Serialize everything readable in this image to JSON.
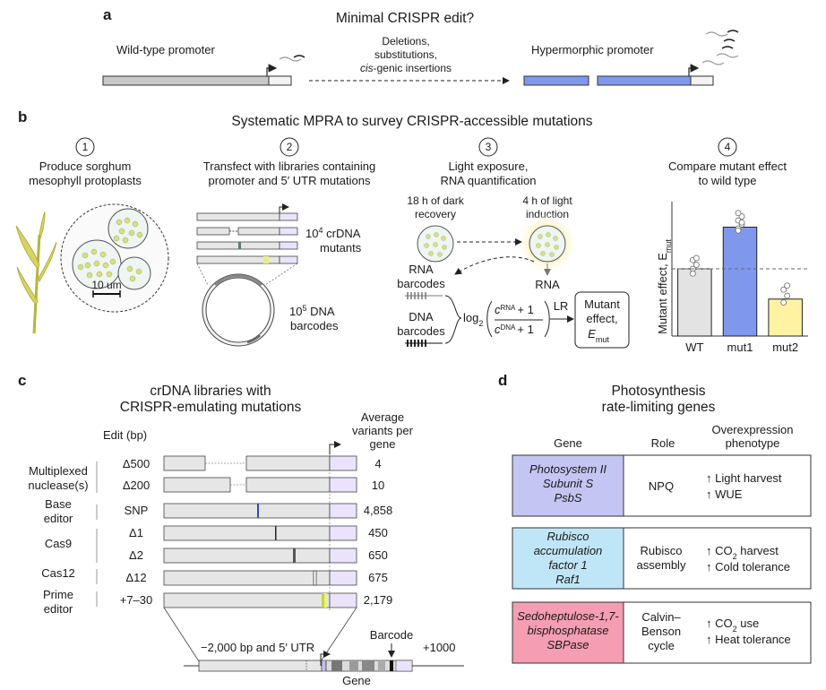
{
  "panel_a": {
    "letter": "a",
    "title": "Minimal CRISPR edit?",
    "wild_type": "Wild-type promoter",
    "hypermorphic": "Hypermorphic promoter",
    "edit_line1": "Deletions,",
    "edit_line2": "substitutions,",
    "edit_line3a": "cis",
    "edit_line3b": "-genic insertions"
  },
  "panel_b": {
    "letter": "b",
    "title": "Systematic MPRA to survey CRISPR-accessible mutations",
    "steps": [
      {
        "num": "1",
        "line1": "Produce sorghum",
        "line2": "mesophyll protoplasts"
      },
      {
        "num": "2",
        "line1": "Transfect with libraries containing",
        "line2": "promoter and 5′ UTR mutations"
      },
      {
        "num": "3",
        "line1": "Light exposure,",
        "line2": "RNA quantification"
      },
      {
        "num": "4",
        "line1": "Compare mutant effect",
        "line2": "to wild type"
      }
    ],
    "scale_bar": "10 um",
    "crdna_exp": "4",
    "crdna_text": "crDNA",
    "crdna_line2": "mutants",
    "dna_exp": "5",
    "dna_text": "DNA",
    "dna_line2": "barcodes",
    "dark_line1": "18 h of dark",
    "dark_line2": "recovery",
    "light_line1": "4 h of light",
    "light_line2": "induction",
    "rna": "RNA",
    "rna_barcodes_1": "RNA",
    "rna_barcodes_2": "barcodes",
    "dna_barcodes_1": "DNA",
    "dna_barcodes_2": "barcodes",
    "formula_log": "log",
    "formula_base": "2",
    "formula_c": "c",
    "formula_rna": "RNA",
    "formula_dna": "DNA",
    "formula_plus": "+ 1",
    "lr": "LR",
    "mutant_box_1": "Mutant",
    "mutant_box_2": "effect,",
    "mutant_box_E": "E",
    "mutant_box_sub": "mut"
  },
  "chart_data": {
    "type": "bar",
    "ylabel": "Mutant effect, E",
    "ylabel_sub": "mut",
    "categories": [
      "WT",
      "mut1",
      "mut2"
    ],
    "values": [
      1.0,
      1.62,
      0.55
    ],
    "points": [
      [
        1.0,
        1.06,
        1.13,
        1.16,
        0.93
      ],
      [
        1.6,
        1.66,
        1.72,
        1.78,
        1.83,
        1.69,
        1.57
      ],
      [
        0.5,
        0.6,
        0.69,
        0.75
      ]
    ],
    "colors": [
      "#e3e3e3",
      "#7f98ee",
      "#fff3a3"
    ],
    "reference_line": 1.0,
    "ylim": [
      0,
      2.0
    ]
  },
  "panel_c": {
    "letter": "c",
    "title_line1": "crDNA libraries with",
    "title_line2": "CRISPR-emulating mutations",
    "avg_header": [
      "Average",
      "variants per",
      "gene"
    ],
    "edit_header": "Edit (bp)",
    "groups": [
      {
        "lines": [
          "Multiplexed",
          "nuclease(s)"
        ]
      },
      {
        "lines": [
          "Base",
          "editor"
        ]
      },
      {
        "lines": [
          "Cas9"
        ]
      },
      {
        "lines": [
          "Cas12"
        ]
      },
      {
        "lines": [
          "Prime",
          "editor"
        ]
      }
    ],
    "rows": [
      {
        "edit": "Δ500",
        "count": "4"
      },
      {
        "edit": "Δ200",
        "count": "10"
      },
      {
        "edit": "SNP",
        "count": "4,858"
      },
      {
        "edit": "Δ1",
        "count": "450"
      },
      {
        "edit": "Δ2",
        "count": "650"
      },
      {
        "edit": "Δ12",
        "count": "675"
      },
      {
        "edit": "+7–30",
        "count": "2,179"
      }
    ],
    "bottom_left": "−2,000 bp and 5′ UTR",
    "barcode": "Barcode",
    "plus1000": "+1000",
    "gene": "Gene"
  },
  "panel_d": {
    "letter": "d",
    "title_line1": "Photosynthesis",
    "title_line2": "rate-limiting genes",
    "headers": {
      "gene": "Gene",
      "role": "Role",
      "phen1": "Overexpression",
      "phen2": "phenotype"
    },
    "genes": [
      {
        "color": "#c5c5f3",
        "name": [
          "Photosystem II",
          "Subunit S",
          "PsbS"
        ],
        "role": [
          "NPQ"
        ],
        "phen": [
          [
            "↑ Light harvest",
            ""
          ],
          [
            "↑ WUE",
            ""
          ]
        ]
      },
      {
        "color": "#bfe6f6",
        "name": [
          "Rubisco",
          "accumulation",
          "factor 1",
          "Raf1"
        ],
        "role": [
          "Rubisco",
          "assembly"
        ],
        "phen": [
          [
            "↑ CO",
            " harvest"
          ],
          [
            "↑ Cold tolerance",
            ""
          ]
        ]
      },
      {
        "color": "#f59db2",
        "name": [
          "Sedoheptulose-1,7-",
          "bisphosphatase",
          "SBPase"
        ],
        "role": [
          "Calvin–",
          "Benson",
          "cycle"
        ],
        "phen": [
          [
            "↑ CO",
            " use"
          ],
          [
            "↑ Heat tolerance",
            ""
          ]
        ]
      }
    ],
    "co2_sub": "2"
  }
}
